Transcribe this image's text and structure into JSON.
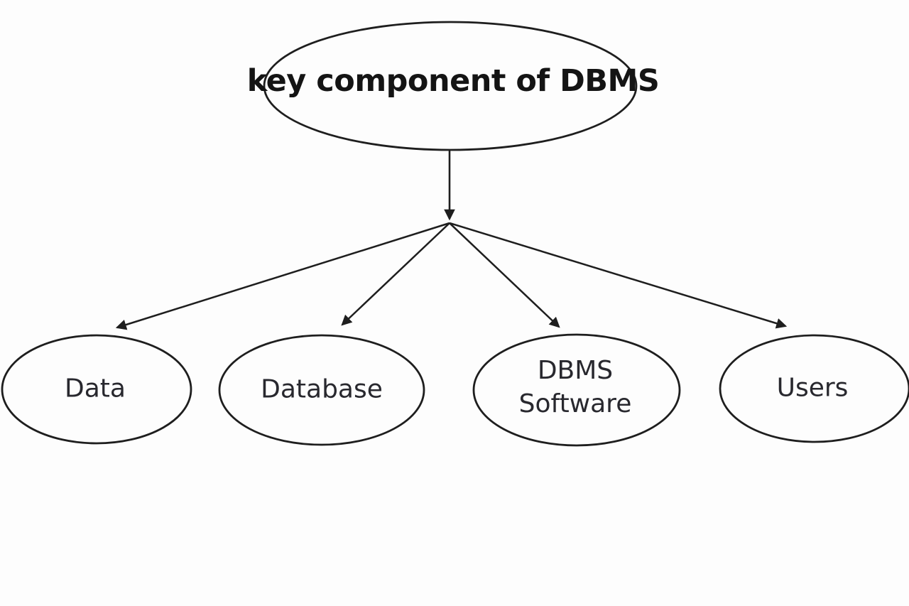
{
  "diagram": {
    "type": "tree",
    "background_color": "#fdfdfd",
    "stroke_color": "#1e1e1e",
    "text_color": "#28282e",
    "root": {
      "label": "key component of DBMS"
    },
    "children": [
      {
        "label": "Data"
      },
      {
        "label": "Database"
      },
      {
        "label": "DBMS\nSoftware"
      },
      {
        "label": "Users"
      }
    ]
  }
}
